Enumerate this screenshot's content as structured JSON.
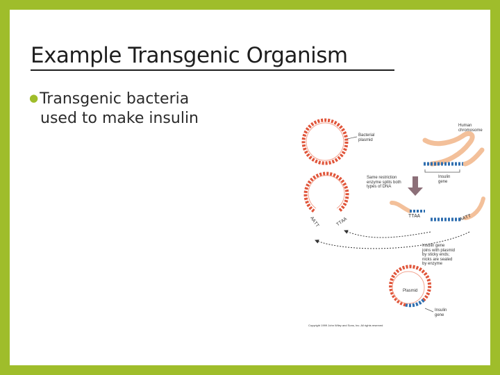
{
  "slide": {
    "title": "Example Transgenic Organism",
    "bullet_line1": "Transgenic bacteria",
    "bullet_line2": "used to make insulin"
  },
  "figure": {
    "human_chromosome": "Human\nchromosome",
    "bacterial_plasmid": "Bacterial\nplasmid",
    "insulin_gene_top": "Insulin\ngene",
    "restriction_enzyme": "Same restriction\nenzyme splits both\ntypes of DNA",
    "sticky_end_1": "TTAA",
    "sticky_end_2": "AATT",
    "sticky_end_3": "TTAA",
    "sticky_end_4": "AATT",
    "joins_text": "Insulin gene\njoins with plasmid\nby sticky ends;\nnicks are sealed\nby enzyme",
    "plasmid_label": "Plasmid",
    "insulin_gene_bottom": "Insulin\ngene",
    "copyright": "Copyright 1999 John Wiley and Sons, Inc. All rights reserved"
  },
  "colors": {
    "border": "#9fbd2b",
    "plasmid_dna": "#e0553a",
    "insulin_dna": "#2f6fb0",
    "chromosome": "#f3c09a"
  }
}
